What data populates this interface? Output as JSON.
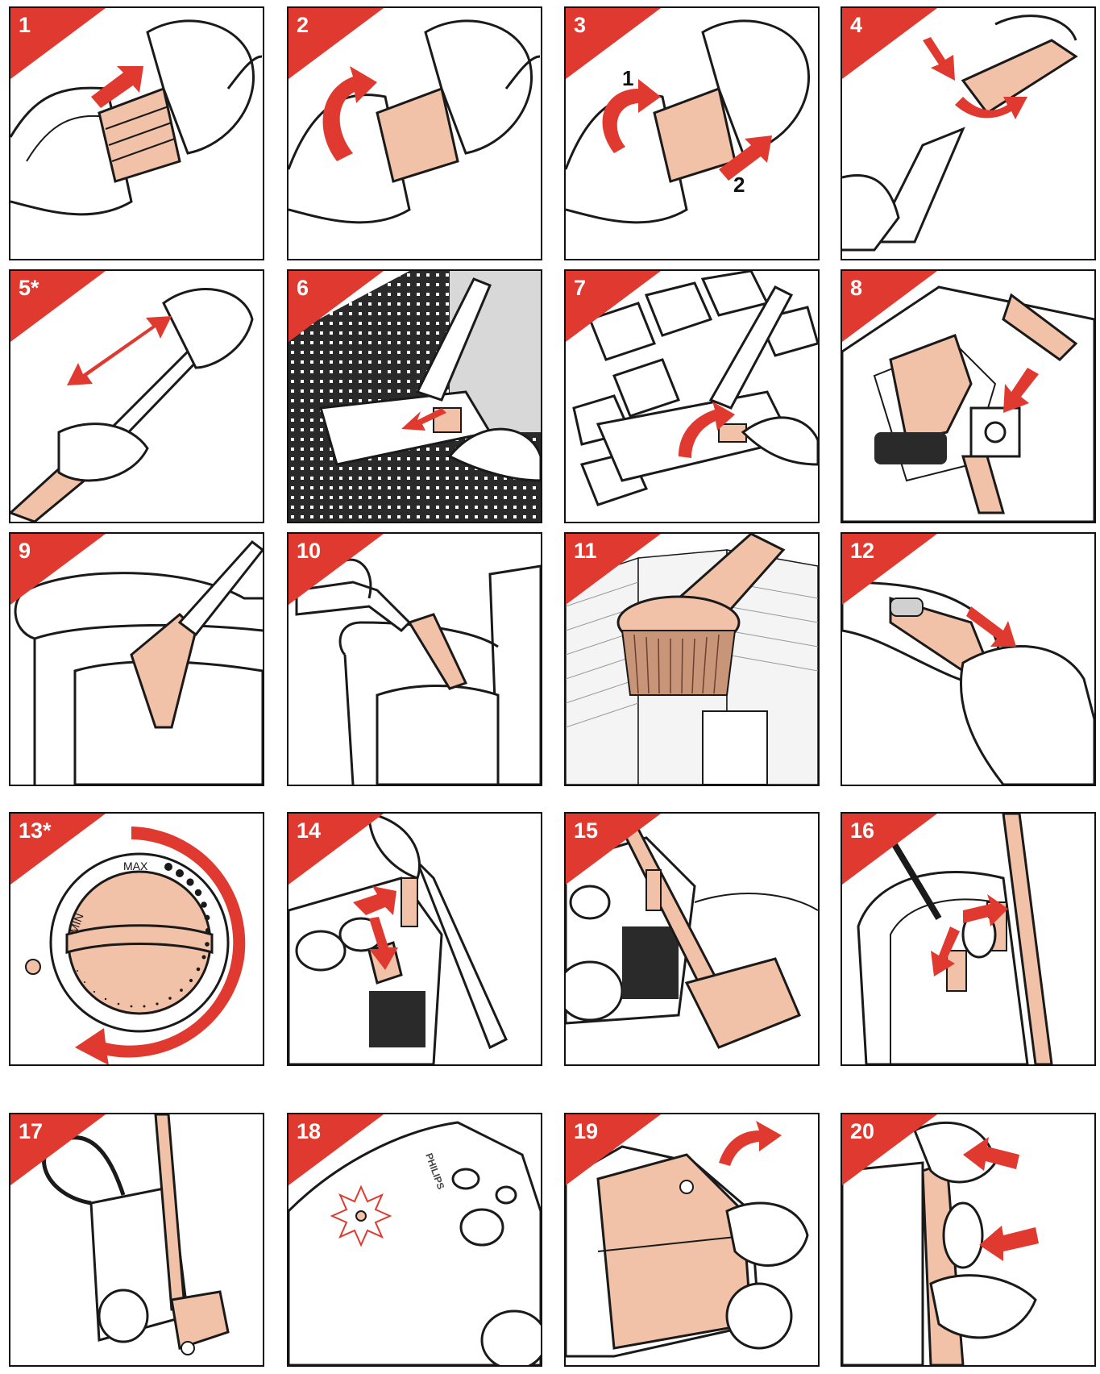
{
  "steps": [
    {
      "number": "1"
    },
    {
      "number": "2"
    },
    {
      "number": "3",
      "sub_labels": [
        "1",
        "2"
      ]
    },
    {
      "number": "4"
    },
    {
      "number": "5*"
    },
    {
      "number": "6"
    },
    {
      "number": "7"
    },
    {
      "number": "8"
    },
    {
      "number": "9"
    },
    {
      "number": "10"
    },
    {
      "number": "11"
    },
    {
      "number": "12"
    },
    {
      "number": "13*",
      "dial": {
        "max_label": "MAX",
        "min_label": "MIN"
      }
    },
    {
      "number": "14"
    },
    {
      "number": "15"
    },
    {
      "number": "16"
    },
    {
      "number": "17"
    },
    {
      "number": "18",
      "brand": "PHILIPS"
    },
    {
      "number": "19"
    },
    {
      "number": "20"
    }
  ],
  "colors": {
    "accent_red": "#e03a30",
    "highlight_peach": "#f2c2a8",
    "line": "#1a1a1a",
    "panel_bg": "#ffffff"
  }
}
